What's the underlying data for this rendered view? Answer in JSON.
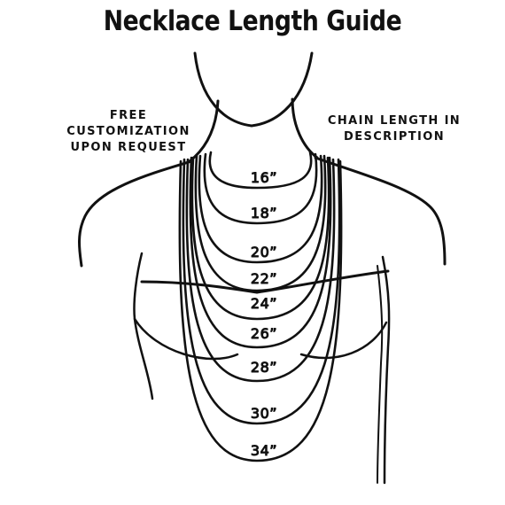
{
  "title": "Necklace Length Guide",
  "notes": {
    "left": "FREE\nCUSTOMIZATION\nUPON REQUEST",
    "right": "CHAIN LENGTH IN\nDESCRIPTION"
  },
  "necklaces": [
    {
      "label": "16”"
    },
    {
      "label": "18”"
    },
    {
      "label": "20”"
    },
    {
      "label": "22”"
    },
    {
      "label": "24”"
    },
    {
      "label": "26”"
    },
    {
      "label": "28”"
    },
    {
      "label": "30”"
    },
    {
      "label": "34”"
    }
  ],
  "colors": {
    "ink": "#111111",
    "background": "#ffffff"
  }
}
